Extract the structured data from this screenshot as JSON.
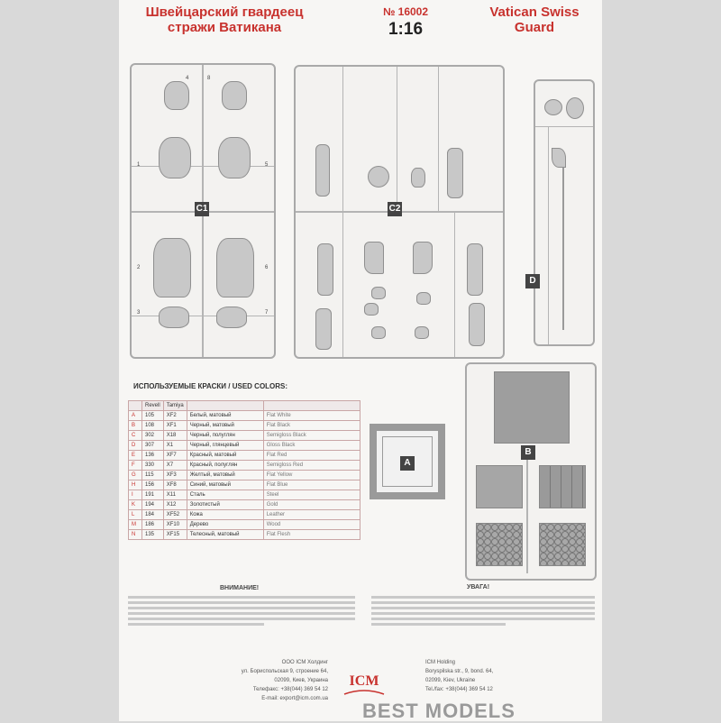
{
  "header": {
    "title_ru_line1": "Швейцарский гвардеец",
    "title_ru_line2": "стражи Ватикана",
    "kit_number": "№ 16002",
    "scale": "1:16",
    "title_en_line1": "Vatican Swiss",
    "title_en_line2": "Guard"
  },
  "sprues": {
    "c1": "C1",
    "c2": "C2",
    "d": "D",
    "a": "A",
    "b": "B"
  },
  "colors": {
    "title": "ИСПОЛЬЗУЕМЫЕ КРАСКИ / USED COLORS:",
    "headers": [
      "Revell",
      "Tamiya"
    ],
    "rows": [
      [
        "A",
        "105",
        "XF2",
        "Белый, матовый",
        "Flat White"
      ],
      [
        "B",
        "108",
        "XF1",
        "Черный, матовый",
        "Flat Black"
      ],
      [
        "C",
        "302",
        "X18",
        "Черный, полуглян",
        "Semigloss Black"
      ],
      [
        "D",
        "307",
        "X1",
        "Черный, глянцевый",
        "Gloss Black"
      ],
      [
        "E",
        "136",
        "XF7",
        "Красный, матовый",
        "Flat Red"
      ],
      [
        "F",
        "330",
        "X7",
        "Красный, полуглян",
        "Semigloss Red"
      ],
      [
        "G",
        "115",
        "XF3",
        "Желтый, матовый",
        "Flat Yellow"
      ],
      [
        "H",
        "156",
        "XF8",
        "Синий, матовый",
        "Flat Blue"
      ],
      [
        "I",
        "191",
        "X11",
        "Сталь",
        "Steel"
      ],
      [
        "K",
        "194",
        "X12",
        "Золотистый",
        "Gold"
      ],
      [
        "L",
        "184",
        "XF52",
        "Кожа",
        "Leather"
      ],
      [
        "M",
        "186",
        "XF10",
        "Дерево",
        "Wood"
      ],
      [
        "N",
        "135",
        "XF15",
        "Телесный, матовый",
        "Flat Flesh"
      ]
    ]
  },
  "warnings": {
    "ru_title": "ВНИМАНИЕ!",
    "ua_title": "УВАГА!"
  },
  "address_ru": {
    "line1": "ООО ICM Холдинг",
    "line2": "ул. Бориспольская 9, строение 64,",
    "line3": "02099, Киев, Украина",
    "line4": "Телефакс: +38(044) 369 54 12",
    "line5": "E-mail: export@icm.com.ua"
  },
  "address_ua": {
    "line1": "ICM Holding",
    "line2": "Boryspilska str., 9, bond. 64,",
    "line3": "02099, Kiev, Ukraine",
    "line4": "Tel./fax: +38(044) 369 54 12"
  },
  "logo_text": "ICM",
  "watermark": "BEST MODELS",
  "theme": {
    "accent": "#c8322e",
    "sprue": "#b4b4b4",
    "label_bg": "#444444"
  }
}
